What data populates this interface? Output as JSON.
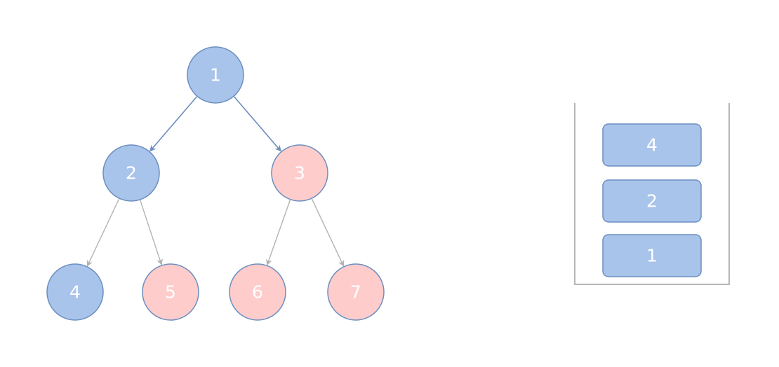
{
  "colors": {
    "visited_fill": "#a9c4eb",
    "visited_stroke": "#6c8ebf",
    "unvisited_fill": "#ffcccc",
    "unvisited_stroke": "#6c8ebf",
    "active_edge": "#6c8ebf",
    "inactive_edge": "#b3b3b3",
    "container_stroke": "#9e9e9e"
  },
  "tree": {
    "nodes": [
      {
        "id": "n1",
        "label": "1",
        "state": "visited"
      },
      {
        "id": "n2",
        "label": "2",
        "state": "visited"
      },
      {
        "id": "n3",
        "label": "3",
        "state": "unvisited"
      },
      {
        "id": "n4",
        "label": "4",
        "state": "visited"
      },
      {
        "id": "n5",
        "label": "5",
        "state": "unvisited"
      },
      {
        "id": "n6",
        "label": "6",
        "state": "unvisited"
      },
      {
        "id": "n7",
        "label": "7",
        "state": "unvisited"
      }
    ],
    "edges": [
      {
        "from": "n1",
        "to": "n2",
        "state": "active"
      },
      {
        "from": "n1",
        "to": "n3",
        "state": "active"
      },
      {
        "from": "n2",
        "to": "n4",
        "state": "inactive"
      },
      {
        "from": "n2",
        "to": "n5",
        "state": "inactive"
      },
      {
        "from": "n3",
        "to": "n6",
        "state": "inactive"
      },
      {
        "from": "n3",
        "to": "n7",
        "state": "inactive"
      }
    ]
  },
  "stack": {
    "items_top_to_bottom": [
      "4",
      "2",
      "1"
    ]
  }
}
